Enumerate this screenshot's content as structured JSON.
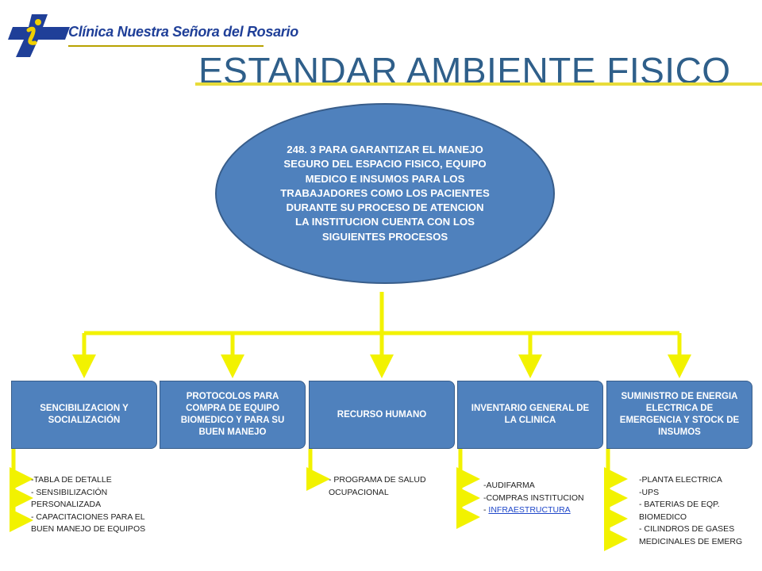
{
  "header": {
    "logo_text": "Clínica Nuestra Señora del Rosario",
    "title": "ESTANDAR AMBIENTE FISICO"
  },
  "center": {
    "text": "248. 3 PARA GARANTIZAR EL MANEJO SEGURO DEL ESPACIO FISICO, EQUIPO MEDICO E INSUMOS PARA LOS TRABAJADORES COMO LOS PACIENTES DURANTE SU PROCESO DE ATENCION LA INSTITUCION CUENTA CON LOS SIGUIENTES PROCESOS"
  },
  "colors": {
    "box_fill": "#4f81bd",
    "connector": "#f2f200",
    "title": "#2f5f8a"
  },
  "processes": [
    {
      "label": "SENCIBILIZACION Y SOCIALIZACIÓN",
      "items": [
        "-TABLA DE DETALLE",
        "- SENSIBILIZACIÓN",
        "PERSONALIZADA",
        "- CAPACITACIONES PARA EL",
        "BUEN MANEJO DE EQUIPOS"
      ]
    },
    {
      "label": "PROTOCOLOS PARA COMPRA DE EQUIPO BIOMEDICO Y PARA SU BUEN MANEJO",
      "items": []
    },
    {
      "label": "RECURSO HUMANO",
      "items": [
        "- PROGRAMA DE SALUD",
        "OCUPACIONAL"
      ]
    },
    {
      "label": "INVENTARIO GENERAL DE LA CLINICA",
      "items": [
        "-AUDIFARMA",
        "-COMPRAS INSTITUCION",
        "- ",
        "INFRAESTRUCTURA"
      ]
    },
    {
      "label": "SUMINISTRO DE ENERGIA ELECTRICA DE EMERGENCIA  Y STOCK DE INSUMOS",
      "items": [
        "-PLANTA ELECTRICA",
        "-UPS",
        "- BATERIAS DE EQP.",
        "BIOMEDICO",
        "- CILINDROS DE GASES",
        "MEDICINALES DE EMERG"
      ]
    }
  ]
}
